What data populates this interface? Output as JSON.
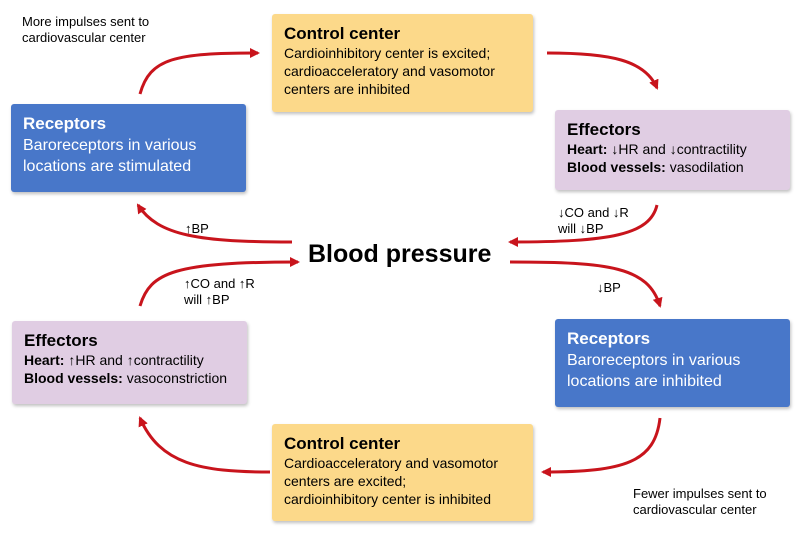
{
  "center": "Blood pressure",
  "top_control": {
    "title": "Control center",
    "lines": [
      "Cardioinhibitory center is excited;",
      "cardioacceleratory and vasomotor",
      "centers are inhibited"
    ]
  },
  "top_receptors": {
    "title": "Receptors",
    "lines": [
      "Baroreceptors in various",
      "locations are stimulated"
    ]
  },
  "top_effectors": {
    "title": "Effectors",
    "line1_bold": "Heart:",
    "line1_rest": " ↓HR and ↓contractility",
    "line2_bold": "Blood vessels:",
    "line2_rest": " vasodilation"
  },
  "bottom_receptors": {
    "title": "Receptors",
    "lines": [
      "Baroreceptors in various",
      "locations are inhibited"
    ]
  },
  "bottom_effectors": {
    "title": "Effectors",
    "line1_bold": "Heart:",
    "line1_rest": " ↑HR and ↑contractility",
    "line2_bold": "Blood vessels:",
    "line2_rest": " vasoconstriction"
  },
  "bottom_control": {
    "title": "Control center",
    "lines": [
      "Cardioacceleratory and vasomotor",
      "centers are excited;",
      "cardioinhibitory center is inhibited"
    ]
  },
  "labels": {
    "more_impulses": [
      "More impulses sent to",
      "cardiovascular center"
    ],
    "fewer_impulses": [
      "Fewer impulses sent to",
      "cardiovascular center"
    ],
    "up_bp": "↑BP",
    "down_bp": "↓BP",
    "co_r_down": [
      "↓CO and ↓R",
      "will ↓BP"
    ],
    "co_r_up": [
      "↑CO and ↑R",
      "will ↑BP"
    ]
  },
  "colors": {
    "arrow": "#c8141c",
    "receptors_box": "#4877c9",
    "control_box": "#fcd98a",
    "effectors_box": "#e0cde3"
  }
}
